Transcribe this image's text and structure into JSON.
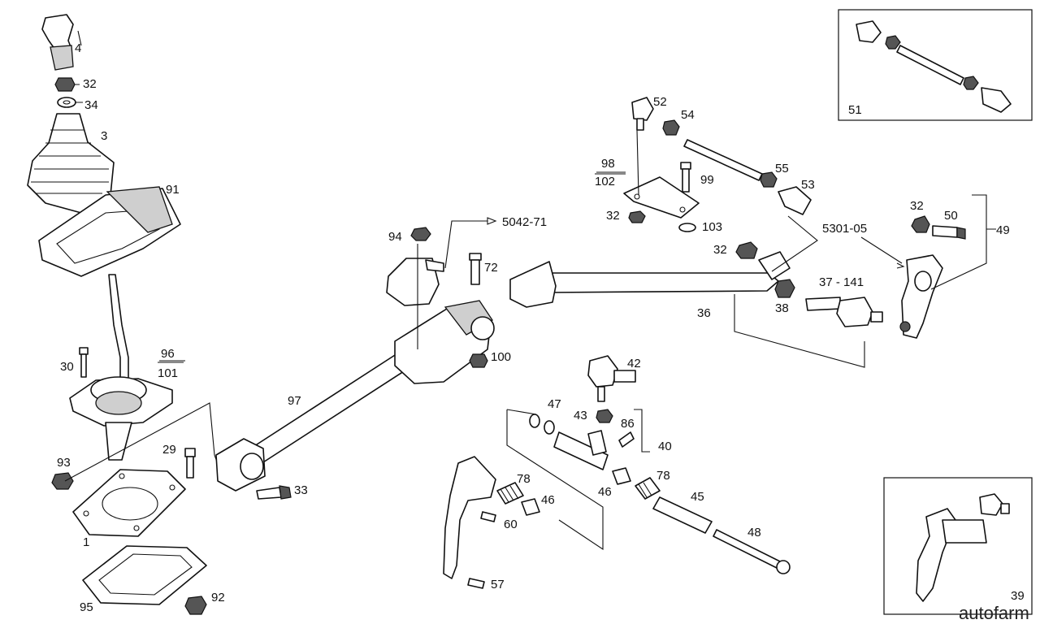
{
  "diagram": {
    "labels": {
      "p4": "4",
      "p32a": "32",
      "p34": "34",
      "p3": "3",
      "p91": "91",
      "p30": "30",
      "p96": "96",
      "p101": "101",
      "p93": "93",
      "p29": "29",
      "p1": "1",
      "p95": "95",
      "p92": "92",
      "p97": "97",
      "p33": "33",
      "p94": "94",
      "p72": "72",
      "ref5042": "5042-71",
      "p100": "100",
      "p98": "98",
      "p102": "102",
      "p99": "99",
      "p32b": "32",
      "p103": "103",
      "p52": "52",
      "p54": "54",
      "p55": "55",
      "p53": "53",
      "p32c": "32",
      "ref5301": "5301-05",
      "p32d": "32",
      "p50": "50",
      "p49": "49",
      "p37": "37 - 141",
      "p38": "38",
      "p36": "36",
      "p42": "42",
      "p47": "47",
      "p43": "43",
      "p86": "86",
      "p40": "40",
      "p78a": "78",
      "p46a": "46",
      "p60": "60",
      "p46b": "46",
      "p78b": "78",
      "p45": "45",
      "p48": "48",
      "p57": "57",
      "p51": "51",
      "p39": "39"
    },
    "watermark": "autofarm"
  }
}
